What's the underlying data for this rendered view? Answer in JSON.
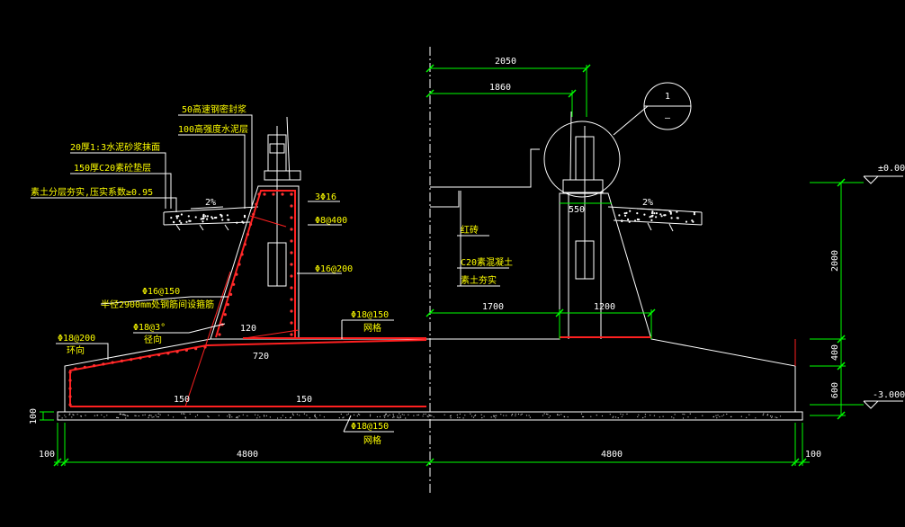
{
  "colors": {
    "background": "#000000",
    "outline": "#ffffff",
    "dimension": "#00ff00",
    "text": "#ffff00",
    "rebar": "#ff2020",
    "leader": "#ff2020"
  },
  "layer_notes": {
    "top_surface": "50高速钢密封浆",
    "cushion": "100高强度水泥层",
    "plaster": "20厚1:3水泥砂浆抹面",
    "concrete_cushion": "150厚C20素砼垫层",
    "compaction": "素土分层夯实,压实系数≥0.95"
  },
  "rebar_labels": {
    "top_bars": "3Φ16",
    "stirrup": "Φ8@400",
    "vertical": "Φ16@200",
    "sloped": "Φ16@150",
    "ring_note": "半径2900mm处钢筋间设箍筋",
    "radial_spacing": "Φ18@3°",
    "radial_name": "径向",
    "hoop_spacing": "Φ18@200",
    "hoop_name": "环向",
    "top_mesh": "Φ18@150",
    "top_mesh_name": "网格",
    "bottom_mesh": "Φ18@150",
    "bottom_mesh_name": "网格"
  },
  "material_labels": {
    "brick": "红砖",
    "concrete": "C20素混凝土",
    "soil": "素土夯实"
  },
  "slope_left": "2%",
  "slope_right": "2%",
  "detail_ref": {
    "number": "1",
    "sheet": "—"
  },
  "elevations": {
    "top": "±0.000",
    "bottom": "-3.000"
  },
  "dimensions": {
    "d_2050": "2050",
    "d_1860": "1860",
    "d_550": "550",
    "d_1700": "1700",
    "d_1200": "1200",
    "d_2000": "2000",
    "d_400": "400",
    "d_600": "600",
    "d_4800_left": "4800",
    "d_4800_right": "4800",
    "d_100_left": "100",
    "d_100_right": "100",
    "d_100_vert": "100",
    "d_120": "120",
    "d_720": "720",
    "d_150_a": "150",
    "d_150_b": "150"
  }
}
